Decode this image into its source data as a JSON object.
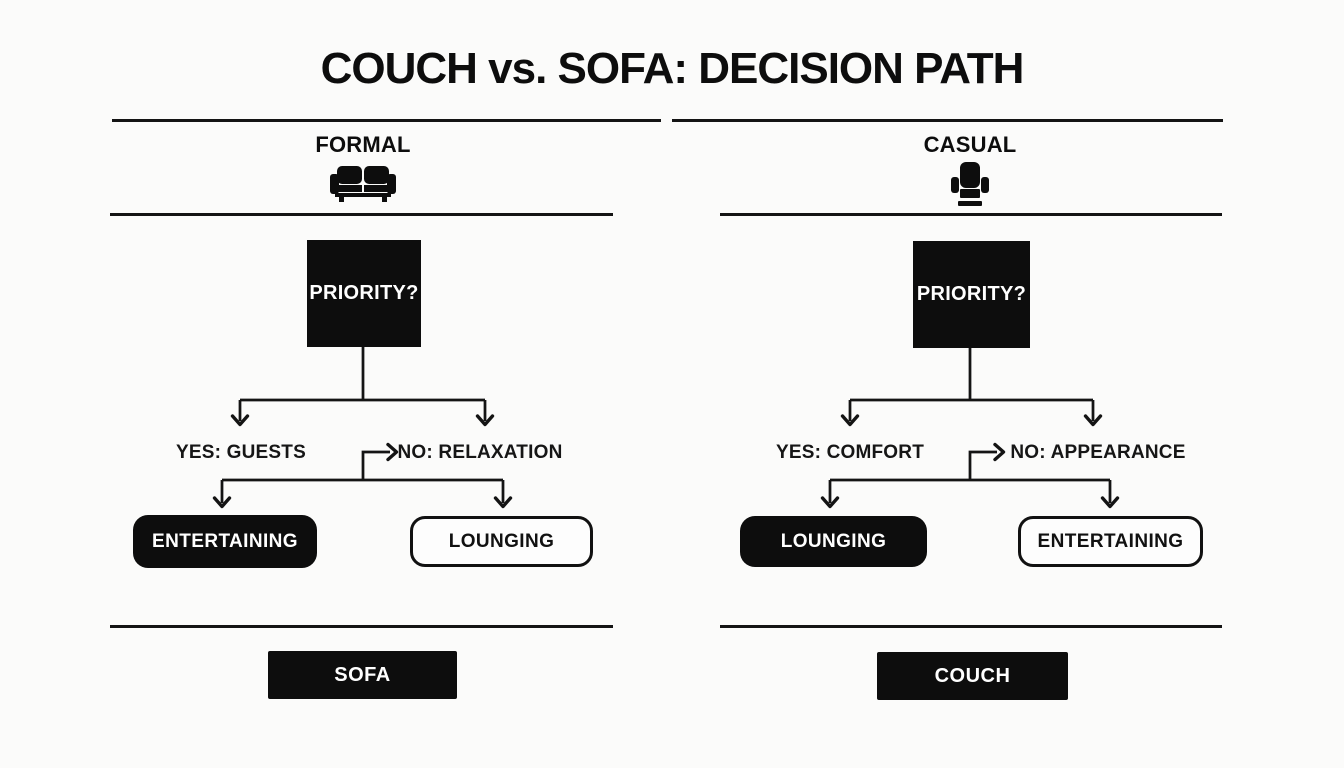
{
  "title": "COUCH vs. SOFA: DECISION PATH",
  "columns": [
    {
      "header": "FORMAL",
      "icon": "sofa-icon",
      "decision": "PRIORITY?",
      "branch_yes": "YES: GUESTS",
      "branch_no": "NO: RELAXATION",
      "outcome_left": "ENTERTAINING",
      "outcome_right": "LOUNGING",
      "result": "SOFA"
    },
    {
      "header": "CASUAL",
      "icon": "armchair-icon",
      "decision": "PRIORITY?",
      "branch_yes": "YES: COMFORT",
      "branch_no": "NO: APPEARANCE",
      "outcome_left": "LOUNGING",
      "outcome_right": "ENTERTAINING",
      "result": "COUCH"
    }
  ],
  "colors": {
    "ink": "#141414",
    "box_fill": "#0d0d0d",
    "box_text": "#ffffff",
    "background": "#fbfbfa"
  }
}
